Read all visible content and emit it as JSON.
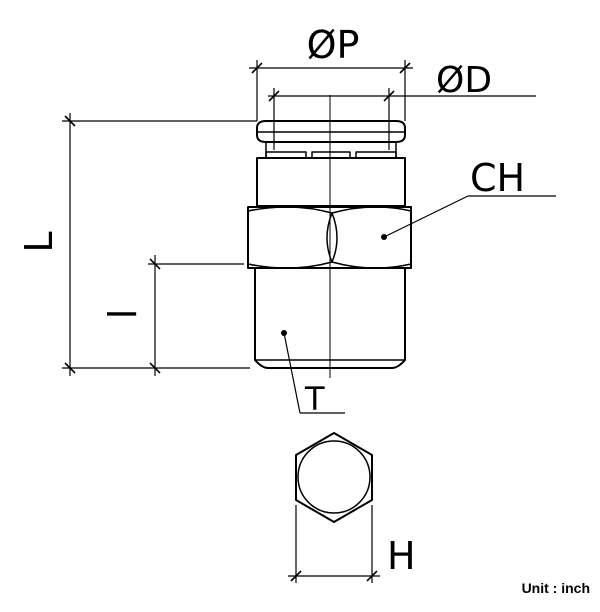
{
  "labels": {
    "op": "ØP",
    "od": "ØD",
    "ch": "CH",
    "L": "L",
    "l": "l",
    "T": "T",
    "H": "H"
  },
  "unit_note": "Unit : inch"
}
